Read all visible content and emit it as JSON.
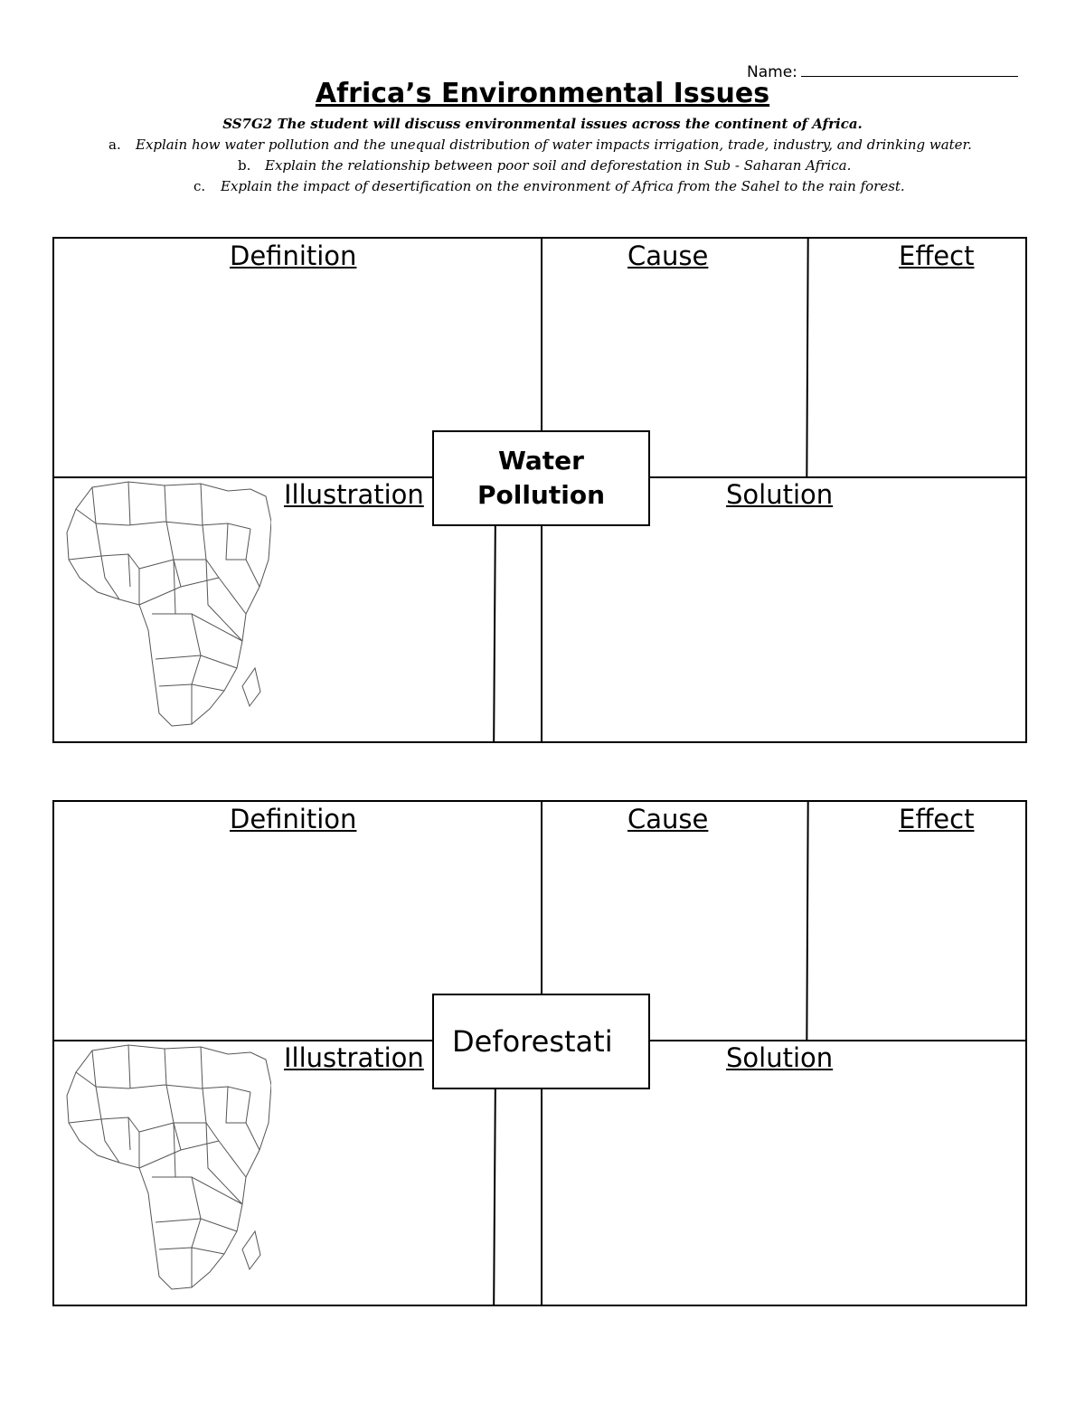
{
  "header": {
    "name_label": "Name:",
    "title": "Africa’s Environmental Issues",
    "standard": "SS7G2 The student will discuss environmental issues across the continent of Africa.",
    "objectives": [
      {
        "letter": "a.",
        "text": "Explain how water pollution and the unequal distribution of water impacts irrigation, trade, industry, and drinking water."
      },
      {
        "letter": "b.",
        "text": "Explain the relationship between poor soil and deforestation in Sub - Saharan Africa."
      },
      {
        "letter": "c.",
        "text": "Explain the impact of desertification on the environment of Africa from the Sahel to the rain forest."
      }
    ]
  },
  "boards": [
    {
      "topic": "Water Pollution",
      "definition": "Definition",
      "cause": "Cause",
      "effect": "Effect",
      "illustration": "Illustration",
      "solution": "Solution",
      "map_icon": "africa-map"
    },
    {
      "topic": "Deforestati",
      "definition": "Definition",
      "cause": "Cause",
      "effect": "Effect",
      "illustration": "Illustration",
      "solution": "Solution",
      "map_icon": "africa-map"
    }
  ]
}
